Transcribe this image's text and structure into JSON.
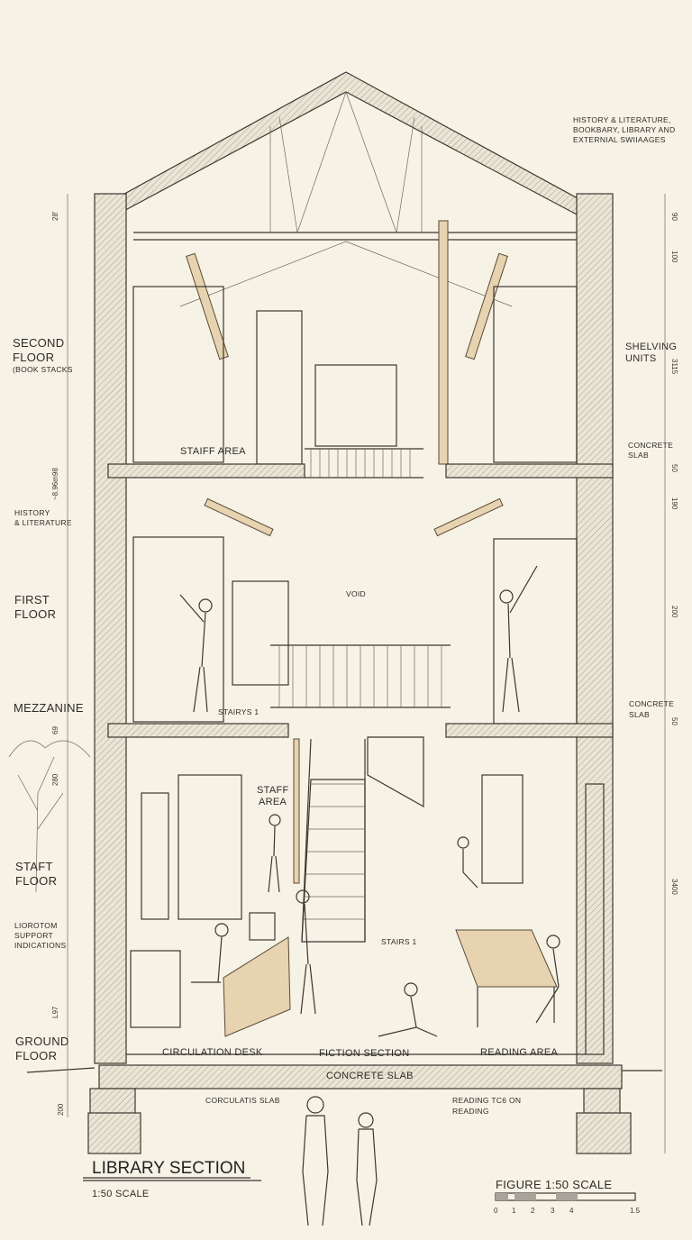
{
  "title": {
    "main": "LIBRARY SECTION",
    "scale": "1:50 SCALE"
  },
  "figure": {
    "label": "FIGURE   1:50 SCALE",
    "scale_ticks": [
      "0",
      "1",
      "2",
      "3",
      "4",
      "1.5"
    ]
  },
  "left_labels": {
    "second_floor": [
      "SECOND",
      "FLOOR",
      "(BOOK STACKS"
    ],
    "history": [
      "HISTORY",
      "& LITERATURE"
    ],
    "first_floor": [
      "FIRST",
      "FLOOR"
    ],
    "mezzanine": "MEZZANINE",
    "staft_floor": [
      "STAFT",
      "FLOOR"
    ],
    "support": [
      "LIOROTOM",
      "SUPPORT",
      "INDICATIONS"
    ],
    "ground_floor": [
      "GROUND",
      "FLOOR"
    ]
  },
  "right_labels": {
    "top_note": [
      "HISTORY & LITERATURE,",
      "BOOKBARY, LIBRARY AND",
      "EXTERNIAL SWIIAAGES"
    ],
    "shelving": [
      "SHELVING",
      "UNITS"
    ],
    "slab1": [
      "CONCRETE",
      "SLAB"
    ],
    "slab2": [
      "CONCRETE",
      "SLAB"
    ]
  },
  "interior_labels": {
    "staiff_area": "STAIFF AREA",
    "void": "VOID",
    "stairys": "STAIRYS 1",
    "staff_area": [
      "STAFF",
      "AREA"
    ],
    "stairs": "STAIRS 1",
    "circulation_desk": "CIRCULATION DESK",
    "fiction": "FICTION SECTION",
    "reading_area": "READING AREA",
    "concrete_slab": "CONCRETE SLAB",
    "corculatis": "CORCULATIS SLAB",
    "reading_note": [
      "READING TC6 ON",
      "READING"
    ]
  },
  "dimensions": {
    "left": [
      "28'",
      "98",
      "~8.96m",
      "69",
      "280",
      "L97",
      "200"
    ],
    "right": [
      "90",
      "100",
      "3115",
      "50",
      "190",
      "200",
      "50",
      "3400"
    ]
  }
}
